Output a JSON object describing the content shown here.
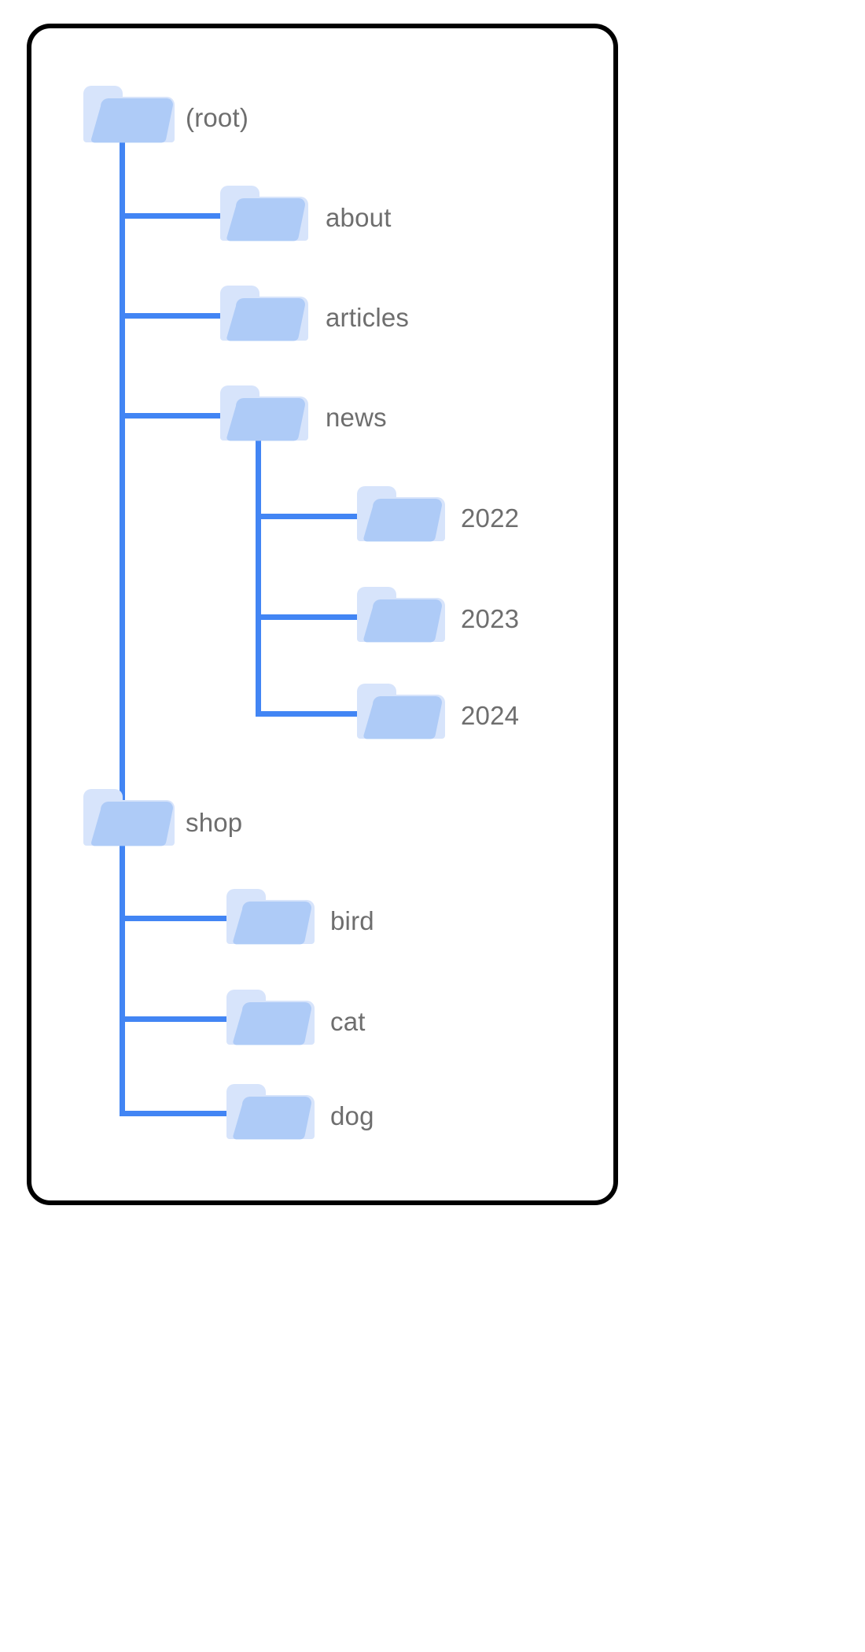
{
  "diagram": {
    "type": "folder-tree",
    "title": "",
    "colors": {
      "edge": "#4285f4",
      "folder_back": "#d7e4fb",
      "folder_front": "#aecbf7",
      "label": "#6e6e6e",
      "card_border": "#000000",
      "background": "#ffffff"
    },
    "nodes": [
      {
        "id": "root",
        "label": "(root)",
        "depth": 0,
        "icon": "folder-icon"
      },
      {
        "id": "about",
        "label": "about",
        "depth": 1,
        "icon": "folder-icon"
      },
      {
        "id": "articles",
        "label": "articles",
        "depth": 1,
        "icon": "folder-icon"
      },
      {
        "id": "news",
        "label": "news",
        "depth": 1,
        "icon": "folder-icon"
      },
      {
        "id": "2022",
        "label": "2022",
        "depth": 2,
        "icon": "folder-icon"
      },
      {
        "id": "2023",
        "label": "2023",
        "depth": 2,
        "icon": "folder-icon"
      },
      {
        "id": "2024",
        "label": "2024",
        "depth": 2,
        "icon": "folder-icon"
      },
      {
        "id": "shop",
        "label": "shop",
        "depth": 1,
        "icon": "folder-icon"
      },
      {
        "id": "bird",
        "label": "bird",
        "depth": 2,
        "icon": "folder-icon"
      },
      {
        "id": "cat",
        "label": "cat",
        "depth": 2,
        "icon": "folder-icon"
      },
      {
        "id": "dog",
        "label": "dog",
        "depth": 2,
        "icon": "folder-icon"
      }
    ],
    "edges": [
      {
        "from": "root",
        "to": "about"
      },
      {
        "from": "root",
        "to": "articles"
      },
      {
        "from": "root",
        "to": "news"
      },
      {
        "from": "root",
        "to": "shop"
      },
      {
        "from": "news",
        "to": "2022"
      },
      {
        "from": "news",
        "to": "2023"
      },
      {
        "from": "news",
        "to": "2024"
      },
      {
        "from": "shop",
        "to": "bird"
      },
      {
        "from": "shop",
        "to": "cat"
      },
      {
        "from": "shop",
        "to": "dog"
      }
    ]
  }
}
